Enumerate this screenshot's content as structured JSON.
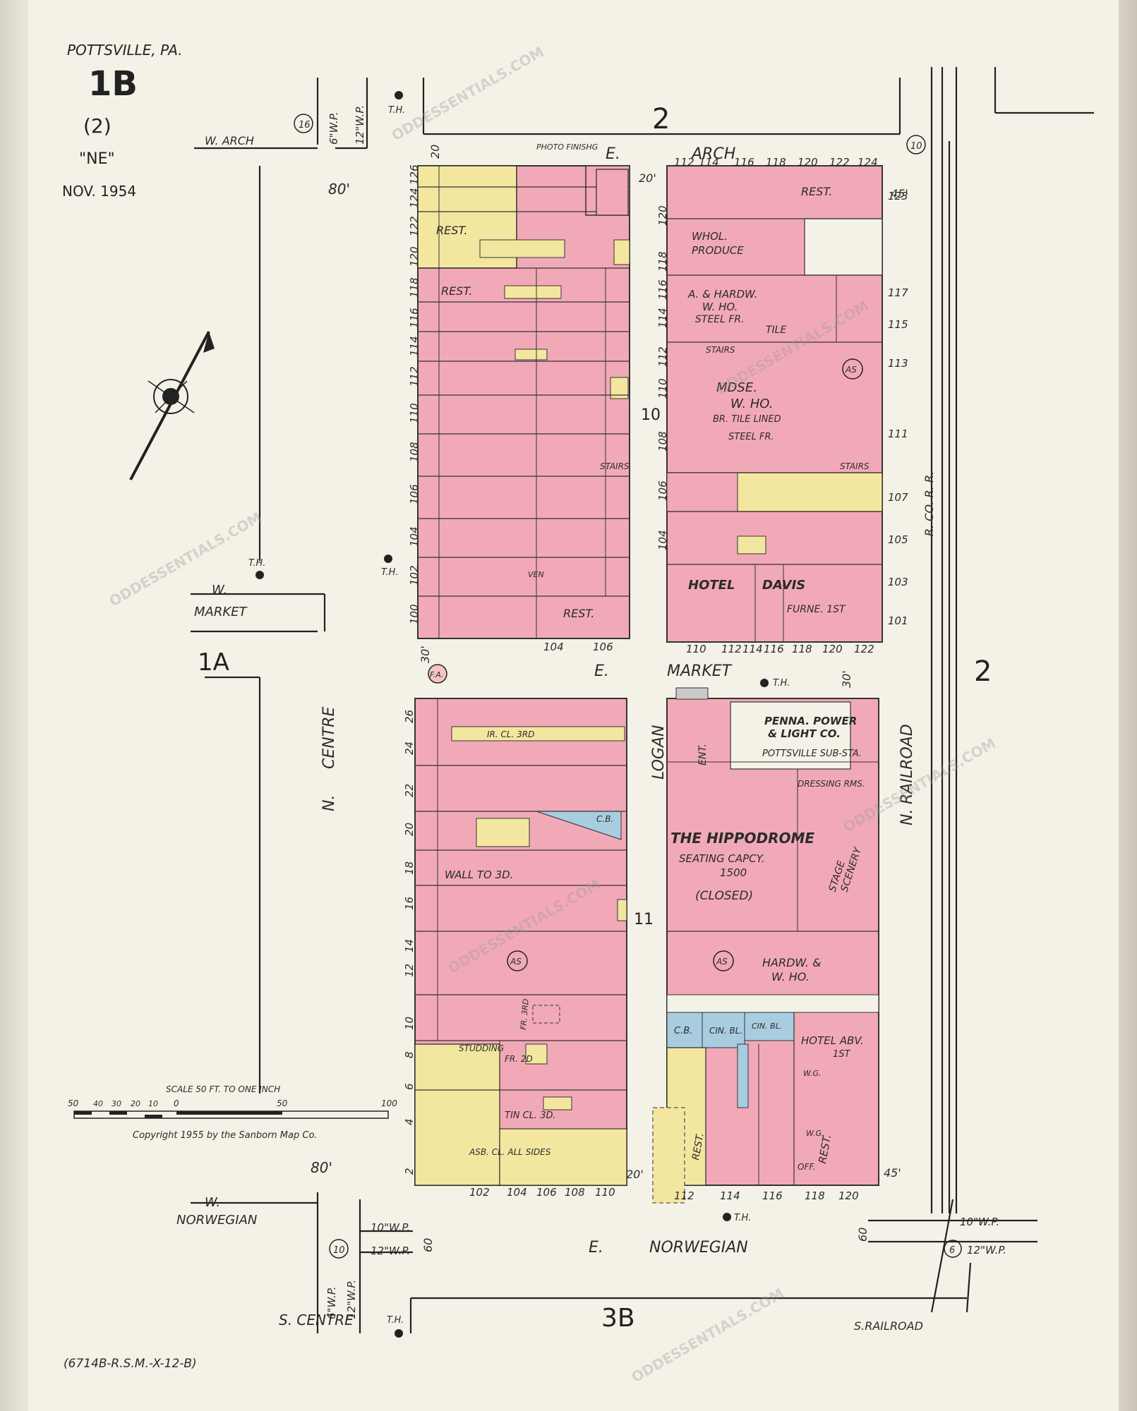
{
  "header": {
    "city": "POTTSVILLE, PA.",
    "sheet": "1B",
    "volume": "(2)",
    "section": "\"NE\"",
    "date": "NOV. 1954"
  },
  "streets": {
    "arch_w": "W. ARCH",
    "arch_e_1": "E.",
    "arch_e_2": "ARCH",
    "market_w_1": "W.",
    "market_w_2": "MARKET",
    "market_e_1": "E.",
    "market_e_2": "MARKET",
    "norwegian_w_1": "W.",
    "norwegian_w_2": "NORWEGIAN",
    "norwegian_e_1": "E.",
    "norwegian_e_2": "NORWEGIAN",
    "centre_n_1": "N.",
    "centre_n_2": "CENTRE",
    "centre_s": "S. CENTRE",
    "logan": "LOGAN",
    "railroad_n_1": "N.",
    "railroad_n_2": "RAILROAD",
    "railroad_s": "S.RAILROAD",
    "rr": "R. CO. R. R."
  },
  "sheet_refs": {
    "top": "2",
    "right": "2",
    "left": "1A",
    "bottom": "3B",
    "block_upper": "10",
    "block_lower": "11"
  },
  "pipes": {
    "wp6": "6\"W.P.",
    "wp12": "12\"W.P.",
    "wp10": "10\"W.P.",
    "hyd16": "16",
    "hyd10": "10",
    "hyd6": "6"
  },
  "buildings": {
    "photo": "PHOTO FINISHG",
    "rest": "REST.",
    "whol_produce_1": "WHOL.",
    "whol_produce_2": "PRODUCE",
    "hardw_1": "A. & HARDW.",
    "hardw_2": "W. HO.",
    "hardw_3": "STEEL FR.",
    "hardw_4": "TILE",
    "mdse_1": "MDSE.",
    "mdse_2": "W. HO.",
    "mdse_3": "BR. TILE LINED",
    "mdse_4": "STEEL FR.",
    "hotel_davis_1": "HOTEL",
    "hotel_davis_2": "DAVIS",
    "hotel_davis_3": "FURNE. 1ST",
    "penna_1": "PENNA. POWER",
    "penna_2": "& LIGHT CO.",
    "penna_3": "POTTSVILLE SUB-STA.",
    "hippodrome": "THE HIPPODROME",
    "seating": "SEATING CAPCY.",
    "seating_num": "1500",
    "closed": "(CLOSED)",
    "stage": "STAGE",
    "scenery": "SCENERY",
    "dressing": "DRESSING RMS.",
    "hardw_who_1": "HARDW. &",
    "hardw_who_2": "W. HO.",
    "hotel_abv_1": "HOTEL ABV.",
    "hotel_abv_2": "1ST",
    "wall_to": "WALL TO 3D.",
    "studding": "STUDDING",
    "tin_cl": "TIN CL. 3D.",
    "asb_cl": "ASB. CL. ALL SIDES",
    "ent": "ENT.",
    "cb": "C.B.",
    "cin_bl": "CIN. BL.",
    "stairs": "STAIRS",
    "ir_cl": "IR. CL. 3RD",
    "fr_2d": "FR. 2D",
    "fr_3rd": "FR. 3RD",
    "ven": "VEN",
    "offl": "OFF.",
    "wg": "W.G.",
    "fa": "F.A.",
    "as": "AS",
    "th": "T.H."
  },
  "numbers": {
    "arch_south": [
      "112",
      "114",
      "116",
      "118",
      "120",
      "122",
      "124"
    ],
    "market_north_west": [
      "104",
      "106"
    ],
    "market_north_east": [
      "110",
      "112",
      "114",
      "116",
      "118",
      "120",
      "122"
    ],
    "norwegian_north_west": [
      "102",
      "104",
      "106",
      "108",
      "110"
    ],
    "norwegian_north_east": [
      "112",
      "114",
      "116",
      "118",
      "120"
    ],
    "centre_upper": [
      "126",
      "124",
      "122",
      "120",
      "118",
      "116",
      "114",
      "112",
      "110",
      "108",
      "106",
      "104",
      "102",
      "100"
    ],
    "centre_lower": [
      "26",
      "24",
      "22",
      "20",
      "18",
      "16",
      "14",
      "12",
      "10",
      "8",
      "6",
      "4",
      "2"
    ],
    "logan_upper": [
      "120",
      "118",
      "116",
      "114",
      "112",
      "110",
      "108",
      "106",
      "104"
    ],
    "railroad_upper": [
      "123",
      "117",
      "115",
      "113",
      "111",
      "107",
      "105",
      "103",
      "101"
    ],
    "widths": {
      "w20": "20",
      "w80": "80'",
      "w30": "30'",
      "w45": "45'",
      "w60": "60",
      "w20p": "20'"
    }
  },
  "scale": {
    "title": "SCALE 50 FT. TO ONE INCH",
    "ticks": [
      "50",
      "40",
      "30",
      "20",
      "10",
      "0",
      "50",
      "100"
    ]
  },
  "copyright": "Copyright 1955 by the Sanborn Map Co.",
  "footer_code": "(6714B-R.S.M.-X-12-B)",
  "watermark": "ODDESSENTIALS.COM",
  "colors": {
    "brick": "#f2a9b7",
    "frame": "#f3e7a0",
    "concrete": "#a9cde0",
    "paper": "#f4f1e6",
    "ink": "#2a2a2a"
  }
}
